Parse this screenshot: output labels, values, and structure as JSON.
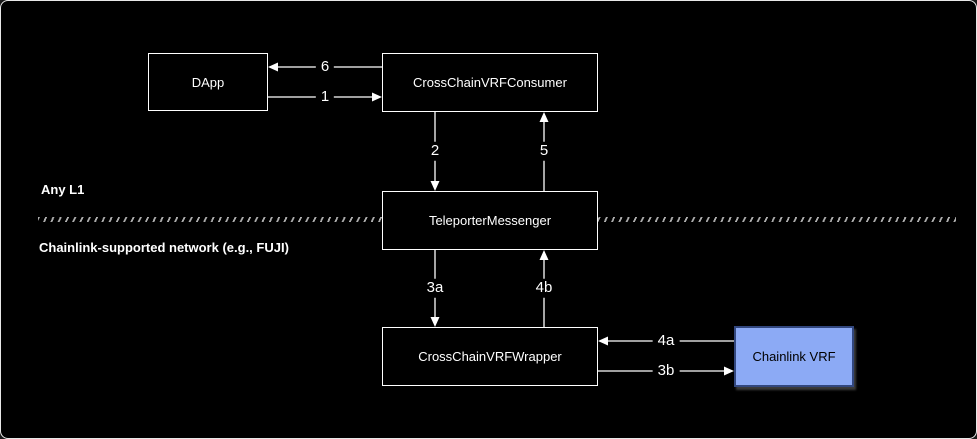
{
  "diagram": {
    "regions": {
      "top": {
        "label": "Any L1"
      },
      "bottom": {
        "label": "Chainlink-supported network (e.g., FUJI)"
      }
    },
    "nodes": {
      "dapp": {
        "label": "DApp"
      },
      "consumer": {
        "label": "CrossChainVRFConsumer"
      },
      "teleporter": {
        "label": "TeleporterMessenger"
      },
      "wrapper": {
        "label": "CrossChainVRFWrapper"
      },
      "chainlink": {
        "label": "Chainlink VRF"
      }
    },
    "edges": {
      "e1": {
        "label": "1",
        "from": "DApp",
        "to": "CrossChainVRFConsumer",
        "direction": "right"
      },
      "e2": {
        "label": "2",
        "from": "CrossChainVRFConsumer",
        "to": "TeleporterMessenger",
        "direction": "down"
      },
      "e3a": {
        "label": "3a",
        "from": "TeleporterMessenger",
        "to": "CrossChainVRFWrapper",
        "direction": "down"
      },
      "e3b": {
        "label": "3b",
        "from": "CrossChainVRFWrapper",
        "to": "Chainlink VRF",
        "direction": "right"
      },
      "e4a": {
        "label": "4a",
        "from": "Chainlink VRF",
        "to": "CrossChainVRFWrapper",
        "direction": "left"
      },
      "e4b": {
        "label": "4b",
        "from": "CrossChainVRFWrapper",
        "to": "TeleporterMessenger",
        "direction": "up"
      },
      "e5": {
        "label": "5",
        "from": "TeleporterMessenger",
        "to": "CrossChainVRFConsumer",
        "direction": "up"
      },
      "e6": {
        "label": "6",
        "from": "CrossChainVRFConsumer",
        "to": "DApp",
        "direction": "left"
      }
    },
    "colors": {
      "background": "#000000",
      "node_fill": "#000000",
      "node_border": "#ffffff",
      "node_text": "#ffffff",
      "chainlink_fill": "#8caaf5",
      "chainlink_border": "#32477e",
      "chainlink_text": "#000000",
      "divider": "#ababab",
      "edge": "#ffffff"
    }
  }
}
